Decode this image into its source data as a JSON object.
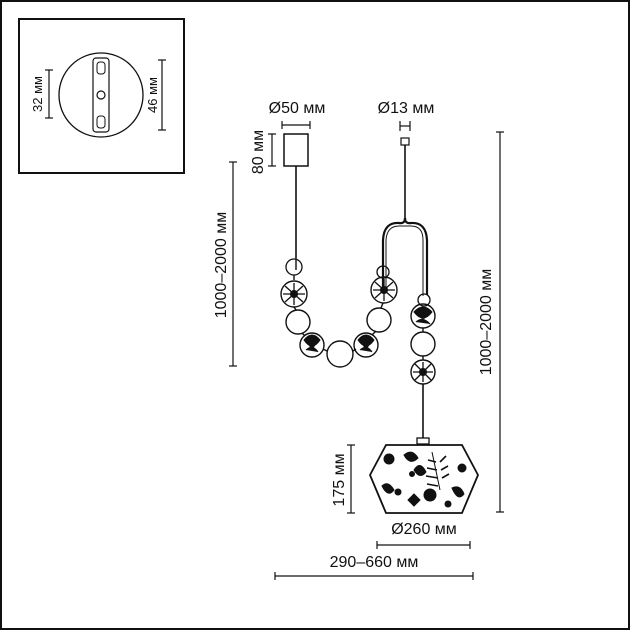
{
  "inset": {
    "dim_left": "32 мм",
    "dim_right": "46 мм"
  },
  "dims": {
    "canopy_diameter": "Ø50 мм",
    "cable_diameter": "Ø13 мм",
    "canopy_height": "80 мм",
    "left_length": "1000–2000 мм",
    "right_length": "1000–2000 мм",
    "shade_height": "175 мм",
    "shade_diameter": "Ø260 мм",
    "overall_width": "290–660 мм"
  },
  "colors": {
    "line": "#111111",
    "background": "#ffffff"
  }
}
